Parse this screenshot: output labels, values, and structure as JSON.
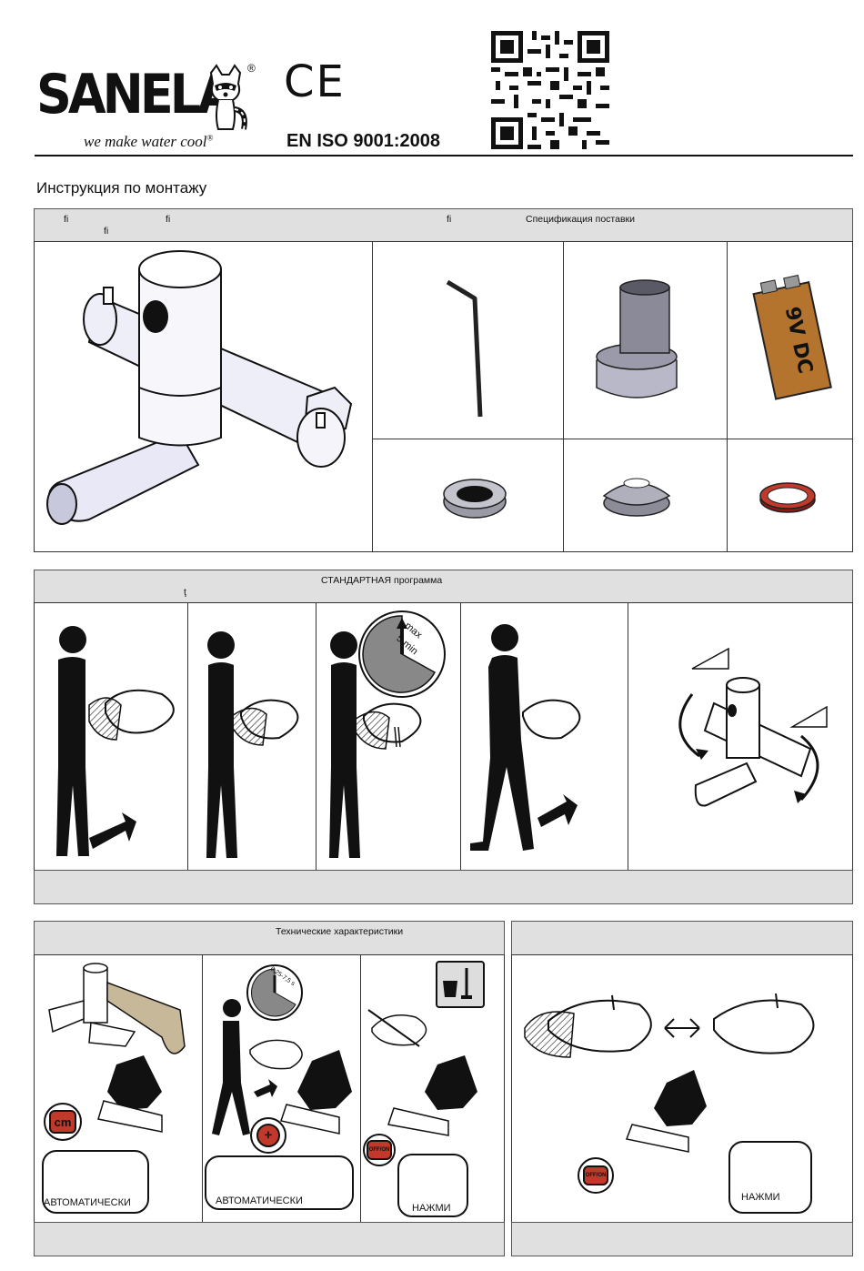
{
  "header": {
    "brand": "SANELA",
    "registered_mark": "®",
    "tagline": "we make water cool",
    "tagline_mark": "®",
    "ce_mark": "CE",
    "iso": "EN ISO 9001:2008"
  },
  "document_title": "Инструкция по монтажу",
  "section1": {
    "bar_glyphs": [
      "ﬁ",
      "ﬁ",
      "ﬁ",
      "ﬁ"
    ],
    "spec_title": "Спецификация поставки",
    "battery_label": "9V DC"
  },
  "section2": {
    "title": "СТАНДАРТНАЯ программа",
    "subglyph": "ţ",
    "timer_max": "max",
    "timer_minutes": "5 min"
  },
  "section3": {
    "title": "Технические характеристики",
    "cm_button": "cm",
    "timer_range": "0,25-7,5 s",
    "offon_button": "OFF/ON",
    "panels": [
      {
        "label": "АВТОМАТИЧЕСКИ"
      },
      {
        "label": "АВТОМАТИЧЕСКИ"
      },
      {
        "label": "НАЖМИ"
      }
    ],
    "right_offon_button": "OFF/ON",
    "right_label": "НАЖМИ"
  },
  "colors": {
    "bar_bg": "#e0e0e0",
    "accent_red": "#c0392b",
    "metal": "#e8e8f6"
  }
}
